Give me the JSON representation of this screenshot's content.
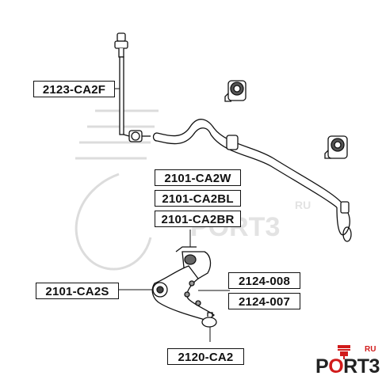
{
  "labels": {
    "stabilizer_link": "2123-CA2F",
    "bushing_w": "2101-CA2W",
    "bushing_bl": "2101-CA2BL",
    "bushing_br": "2101-CA2BR",
    "silent_block_s": "2101-CA2S",
    "arm_008": "2124-008",
    "arm_007": "2124-007",
    "ball_joint": "2120-CA2"
  },
  "watermark": {
    "text": "PORT3",
    "suffix": "RU"
  },
  "brand": {
    "prefix": "P",
    "accent": "O",
    "rest": "RT3",
    "suffix": "RU"
  },
  "colors": {
    "line": "#111111",
    "watermark": "#d9d9d9",
    "brand_accent": "#d11b1b"
  }
}
